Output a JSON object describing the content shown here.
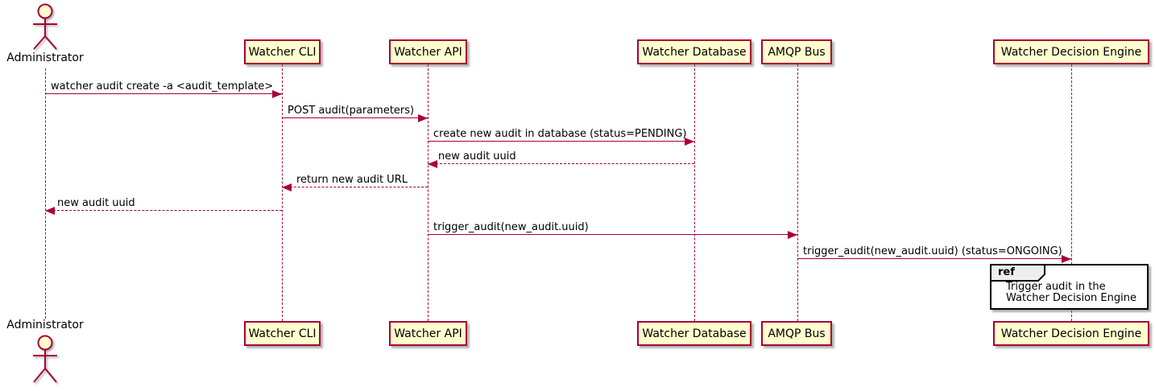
{
  "actor": {
    "label": "Administrator"
  },
  "participants": [
    {
      "label": "Watcher CLI"
    },
    {
      "label": "Watcher API"
    },
    {
      "label": "Watcher Database"
    },
    {
      "label": "AMQP Bus"
    },
    {
      "label": "Watcher Decision Engine"
    }
  ],
  "messages": [
    {
      "from": "Administrator",
      "to": "Watcher CLI",
      "line": "solid",
      "label": "watcher audit create -a <audit_template>"
    },
    {
      "from": "Watcher CLI",
      "to": "Watcher API",
      "line": "solid",
      "label": "POST audit(parameters)"
    },
    {
      "from": "Watcher API",
      "to": "Watcher Database",
      "line": "solid",
      "label": "create new audit in database (status=PENDING)"
    },
    {
      "from": "Watcher Database",
      "to": "Watcher API",
      "line": "dashed",
      "label": "new audit uuid"
    },
    {
      "from": "Watcher API",
      "to": "Watcher CLI",
      "line": "dashed",
      "label": "return new audit URL"
    },
    {
      "from": "Watcher CLI",
      "to": "Administrator",
      "line": "dashed",
      "label": "new audit uuid"
    },
    {
      "from": "Watcher API",
      "to": "AMQP Bus",
      "line": "solid",
      "label": "trigger_audit(new_audit.uuid)"
    },
    {
      "from": "AMQP Bus",
      "to": "Watcher Decision Engine",
      "line": "solid",
      "label": "trigger_audit(new_audit.uuid) (status=ONGOING)"
    }
  ],
  "ref_frame": {
    "keyword": "ref",
    "over": "Watcher Decision Engine",
    "text_line1": "Trigger audit in the",
    "text_line2": "Watcher Decision Engine"
  },
  "colors": {
    "participant_fill": "#FEFECE",
    "border_and_arrow": "#A80036",
    "text": "#000000",
    "ref_border": "#000000",
    "ref_tab_fill": "#EEEEEE"
  }
}
